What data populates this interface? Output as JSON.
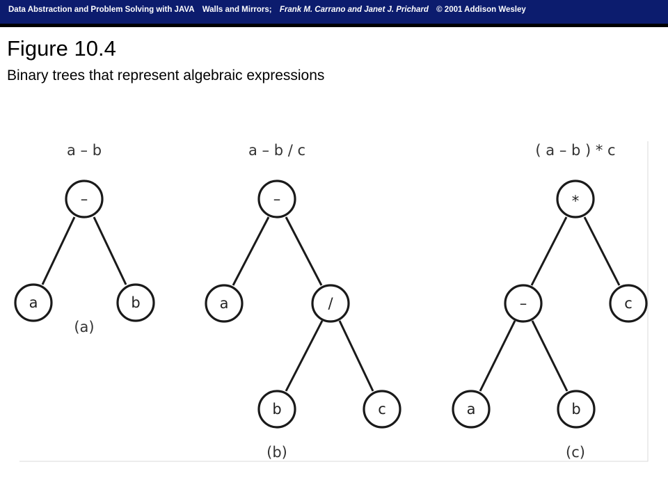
{
  "header": {
    "book": "Data Abstraction and Problem Solving with JAVA",
    "subtitle_book": "Walls and Mirrors;",
    "authors": "Frank M. Carrano and Janet J. Prichard",
    "copyright": "© 2001 Addison Wesley"
  },
  "slide": {
    "title": "Figure 10.4",
    "subtitle": "Binary trees that represent algebraic expressions"
  },
  "colors": {
    "banner": "#0c1c6e",
    "rule": "#000000",
    "ink": "#1a1a1a"
  },
  "diagram": {
    "trees": [
      {
        "expression": "a – b",
        "caption": "(a)",
        "nodes": [
          {
            "id": "a1",
            "label": "–"
          },
          {
            "id": "a2",
            "label": "a"
          },
          {
            "id": "a3",
            "label": "b"
          }
        ],
        "edges": [
          [
            "a1",
            "a2"
          ],
          [
            "a1",
            "a3"
          ]
        ]
      },
      {
        "expression": "a – b / c",
        "caption": "(b)",
        "nodes": [
          {
            "id": "b1",
            "label": "–"
          },
          {
            "id": "b2",
            "label": "a"
          },
          {
            "id": "b3",
            "label": "/"
          },
          {
            "id": "b4",
            "label": "b"
          },
          {
            "id": "b5",
            "label": "c"
          }
        ],
        "edges": [
          [
            "b1",
            "b2"
          ],
          [
            "b1",
            "b3"
          ],
          [
            "b3",
            "b4"
          ],
          [
            "b3",
            "b5"
          ]
        ]
      },
      {
        "expression": "( a – b ) * c",
        "caption": "(c)",
        "nodes": [
          {
            "id": "c1",
            "label": "*"
          },
          {
            "id": "c2",
            "label": "–"
          },
          {
            "id": "c3",
            "label": "c"
          },
          {
            "id": "c4",
            "label": "a"
          },
          {
            "id": "c5",
            "label": "b"
          }
        ],
        "edges": [
          [
            "c1",
            "c2"
          ],
          [
            "c1",
            "c3"
          ],
          [
            "c2",
            "c4"
          ],
          [
            "c2",
            "c5"
          ]
        ]
      }
    ]
  }
}
